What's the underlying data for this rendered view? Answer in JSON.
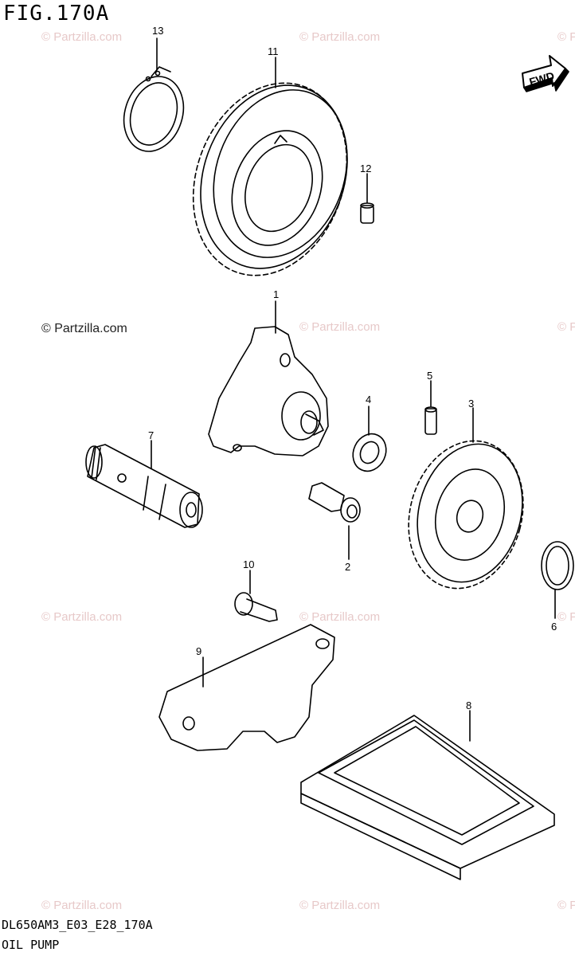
{
  "figure": {
    "title": "FIG.170A",
    "code": "DL650AM3_E03_E28_170A",
    "name": "OIL PUMP"
  },
  "watermark": {
    "main": "© Partzilla.com",
    "repeat": "© Partzilla.com",
    "edge": "© P"
  },
  "fwd_label": "FWD",
  "callouts": [
    "1",
    "2",
    "3",
    "4",
    "5",
    "6",
    "7",
    "8",
    "9",
    "10",
    "11",
    "12",
    "13"
  ],
  "colors": {
    "line": "#000000",
    "watermark": "#e7c9c9",
    "background": "#ffffff"
  }
}
